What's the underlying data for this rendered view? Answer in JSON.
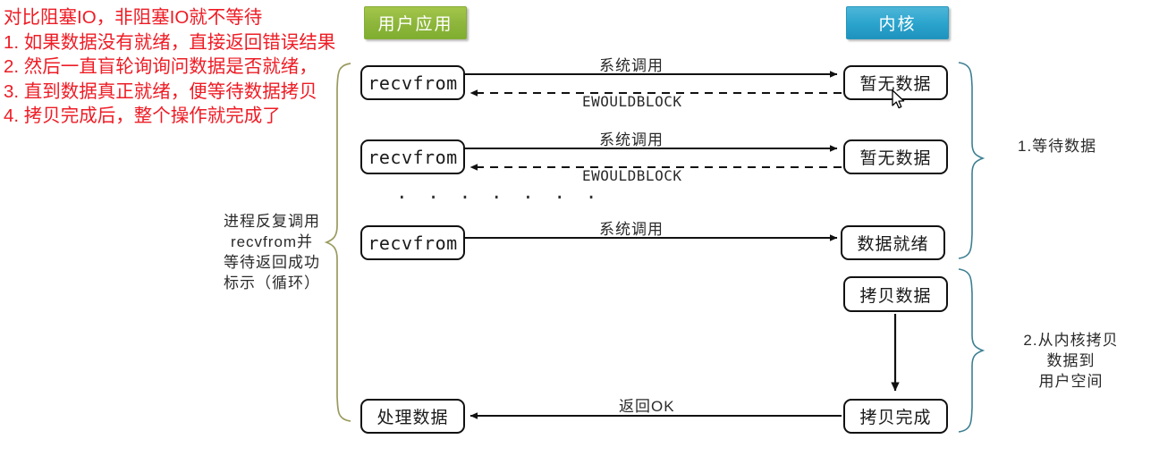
{
  "annotation": {
    "color": "#ee1c25",
    "lines": [
      "对比阻塞IO，非阻塞IO就不等待",
      "1. 如果数据没有就绪，直接返回错误结果",
      "2. 然后一直盲轮询询问数据是否就绪，",
      "3. 直到数据真正就绪，便等待数据拷贝",
      "4. 拷贝完成后，整个操作就完成了"
    ]
  },
  "headers": {
    "user": {
      "label": "用户应用",
      "color": "#8eb63c"
    },
    "kernel": {
      "label": "内核",
      "color": "#2ba4cd"
    }
  },
  "nodes": {
    "recvfrom_1": "recvfrom",
    "recvfrom_2": "recvfrom",
    "recvfrom_3": "recvfrom",
    "process_data": "处理数据",
    "no_data_1": "暂无数据",
    "no_data_2": "暂无数据",
    "data_ready": "数据就绪",
    "copy_data": "拷贝数据",
    "copy_done": "拷贝完成"
  },
  "edges": {
    "syscall_1": "系统调用",
    "ewouldblock_1": "EWOULDBLOCK",
    "syscall_2": "系统调用",
    "ewouldblock_2": "EWOULDBLOCK",
    "syscall_3": "系统调用",
    "return_ok": "返回OK"
  },
  "ellipsis": "· · · · · · ·",
  "braces": {
    "left_caption": "进程反复调用\nrecvfrom并\n等待返回成功\n标示（循环）",
    "right_caption_1": "1.等待数据",
    "right_caption_2": "2.从内核拷贝\n数据到\n用户空间",
    "left_color": "#9a9a5e",
    "right_color": "#3d7f92"
  }
}
